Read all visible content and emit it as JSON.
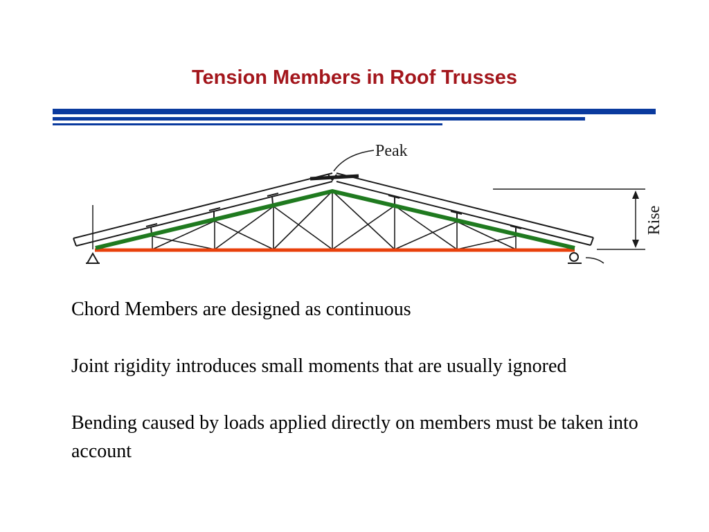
{
  "slide": {
    "title": "Tension Members in Roof Trusses"
  },
  "colors": {
    "title": "#a3161c",
    "rule": "#0a3a9e",
    "top_chord_highlight": "#1f7a1f",
    "bottom_chord_highlight": "#e8400c",
    "line_art": "#1a1a1a"
  },
  "diagram": {
    "peak_label": "Peak",
    "rise_label": "Rise"
  },
  "paragraphs": [
    "Chord Members are designed as continuous",
    "Joint rigidity introduces small moments that are usually ignored",
    "Bending caused by loads applied directly on members must be taken into account"
  ]
}
